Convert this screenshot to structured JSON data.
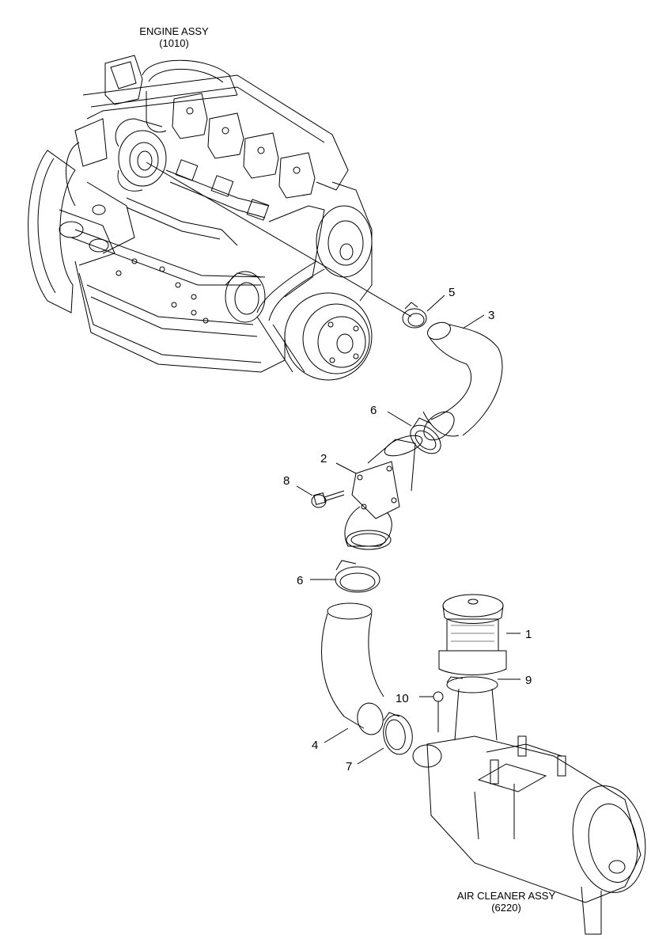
{
  "labels": {
    "engine_assy": "ENGINE ASSY",
    "engine_assy_code": "(1010)",
    "air_cleaner_assy": "AIR CLEANER ASSY",
    "air_cleaner_assy_code": "(6220)"
  },
  "callouts": [
    "5",
    "3",
    "6",
    "2",
    "8",
    "6",
    "1",
    "9",
    "10",
    "4",
    "7"
  ],
  "colors": {
    "line": "#000000",
    "background": "#ffffff"
  }
}
